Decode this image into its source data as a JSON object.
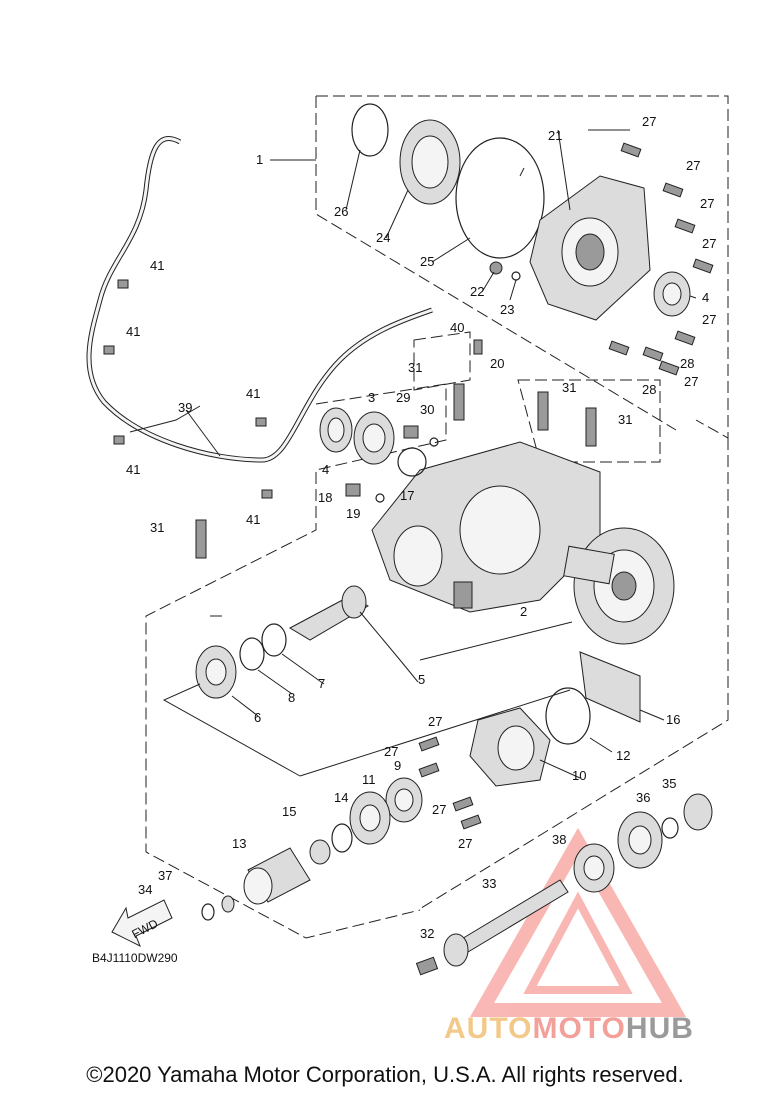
{
  "diagram_code": "B4J1110DW290",
  "copyright": "©2020 Yamaha Motor Corporation, U.S.A. All rights reserved.",
  "watermark": {
    "part1": "AUTO",
    "part2": "MOTO",
    "part3": "HUB"
  },
  "fwd_label": "FWD",
  "callouts": {
    "c1": "1",
    "c2": "2",
    "c3": "3",
    "c4a": "4",
    "c4b": "4",
    "c5": "5",
    "c6": "6",
    "c7": "7",
    "c8": "8",
    "c9": "9",
    "c10": "10",
    "c11": "11",
    "c12": "12",
    "c13": "13",
    "c14": "14",
    "c15": "15",
    "c16": "16",
    "c17": "17",
    "c18": "18",
    "c19": "19",
    "c20": "20",
    "c21": "21",
    "c22": "22",
    "c23": "23",
    "c24": "24",
    "c25": "25",
    "c26": "26",
    "c27a": "27",
    "c27b": "27",
    "c27c": "27",
    "c27d": "27",
    "c27e": "27",
    "c27f": "27",
    "c27g": "27",
    "c27h": "27",
    "c27i": "27",
    "c27j": "27",
    "c28a": "28",
    "c28b": "28",
    "c29": "29",
    "c30": "30",
    "c31a": "31",
    "c31b": "31",
    "c31c": "31",
    "c31d": "31",
    "c32": "32",
    "c33": "33",
    "c34": "34",
    "c35": "35",
    "c36": "36",
    "c37": "37",
    "c38": "38",
    "c39": "39",
    "c40": "40",
    "c41a": "41",
    "c41b": "41",
    "c41c": "41",
    "c41d": "41",
    "c41e": "41"
  },
  "colors": {
    "watermark_red": "#f2625a",
    "watermark_orange": "#f3b063",
    "ink": "#111111"
  }
}
